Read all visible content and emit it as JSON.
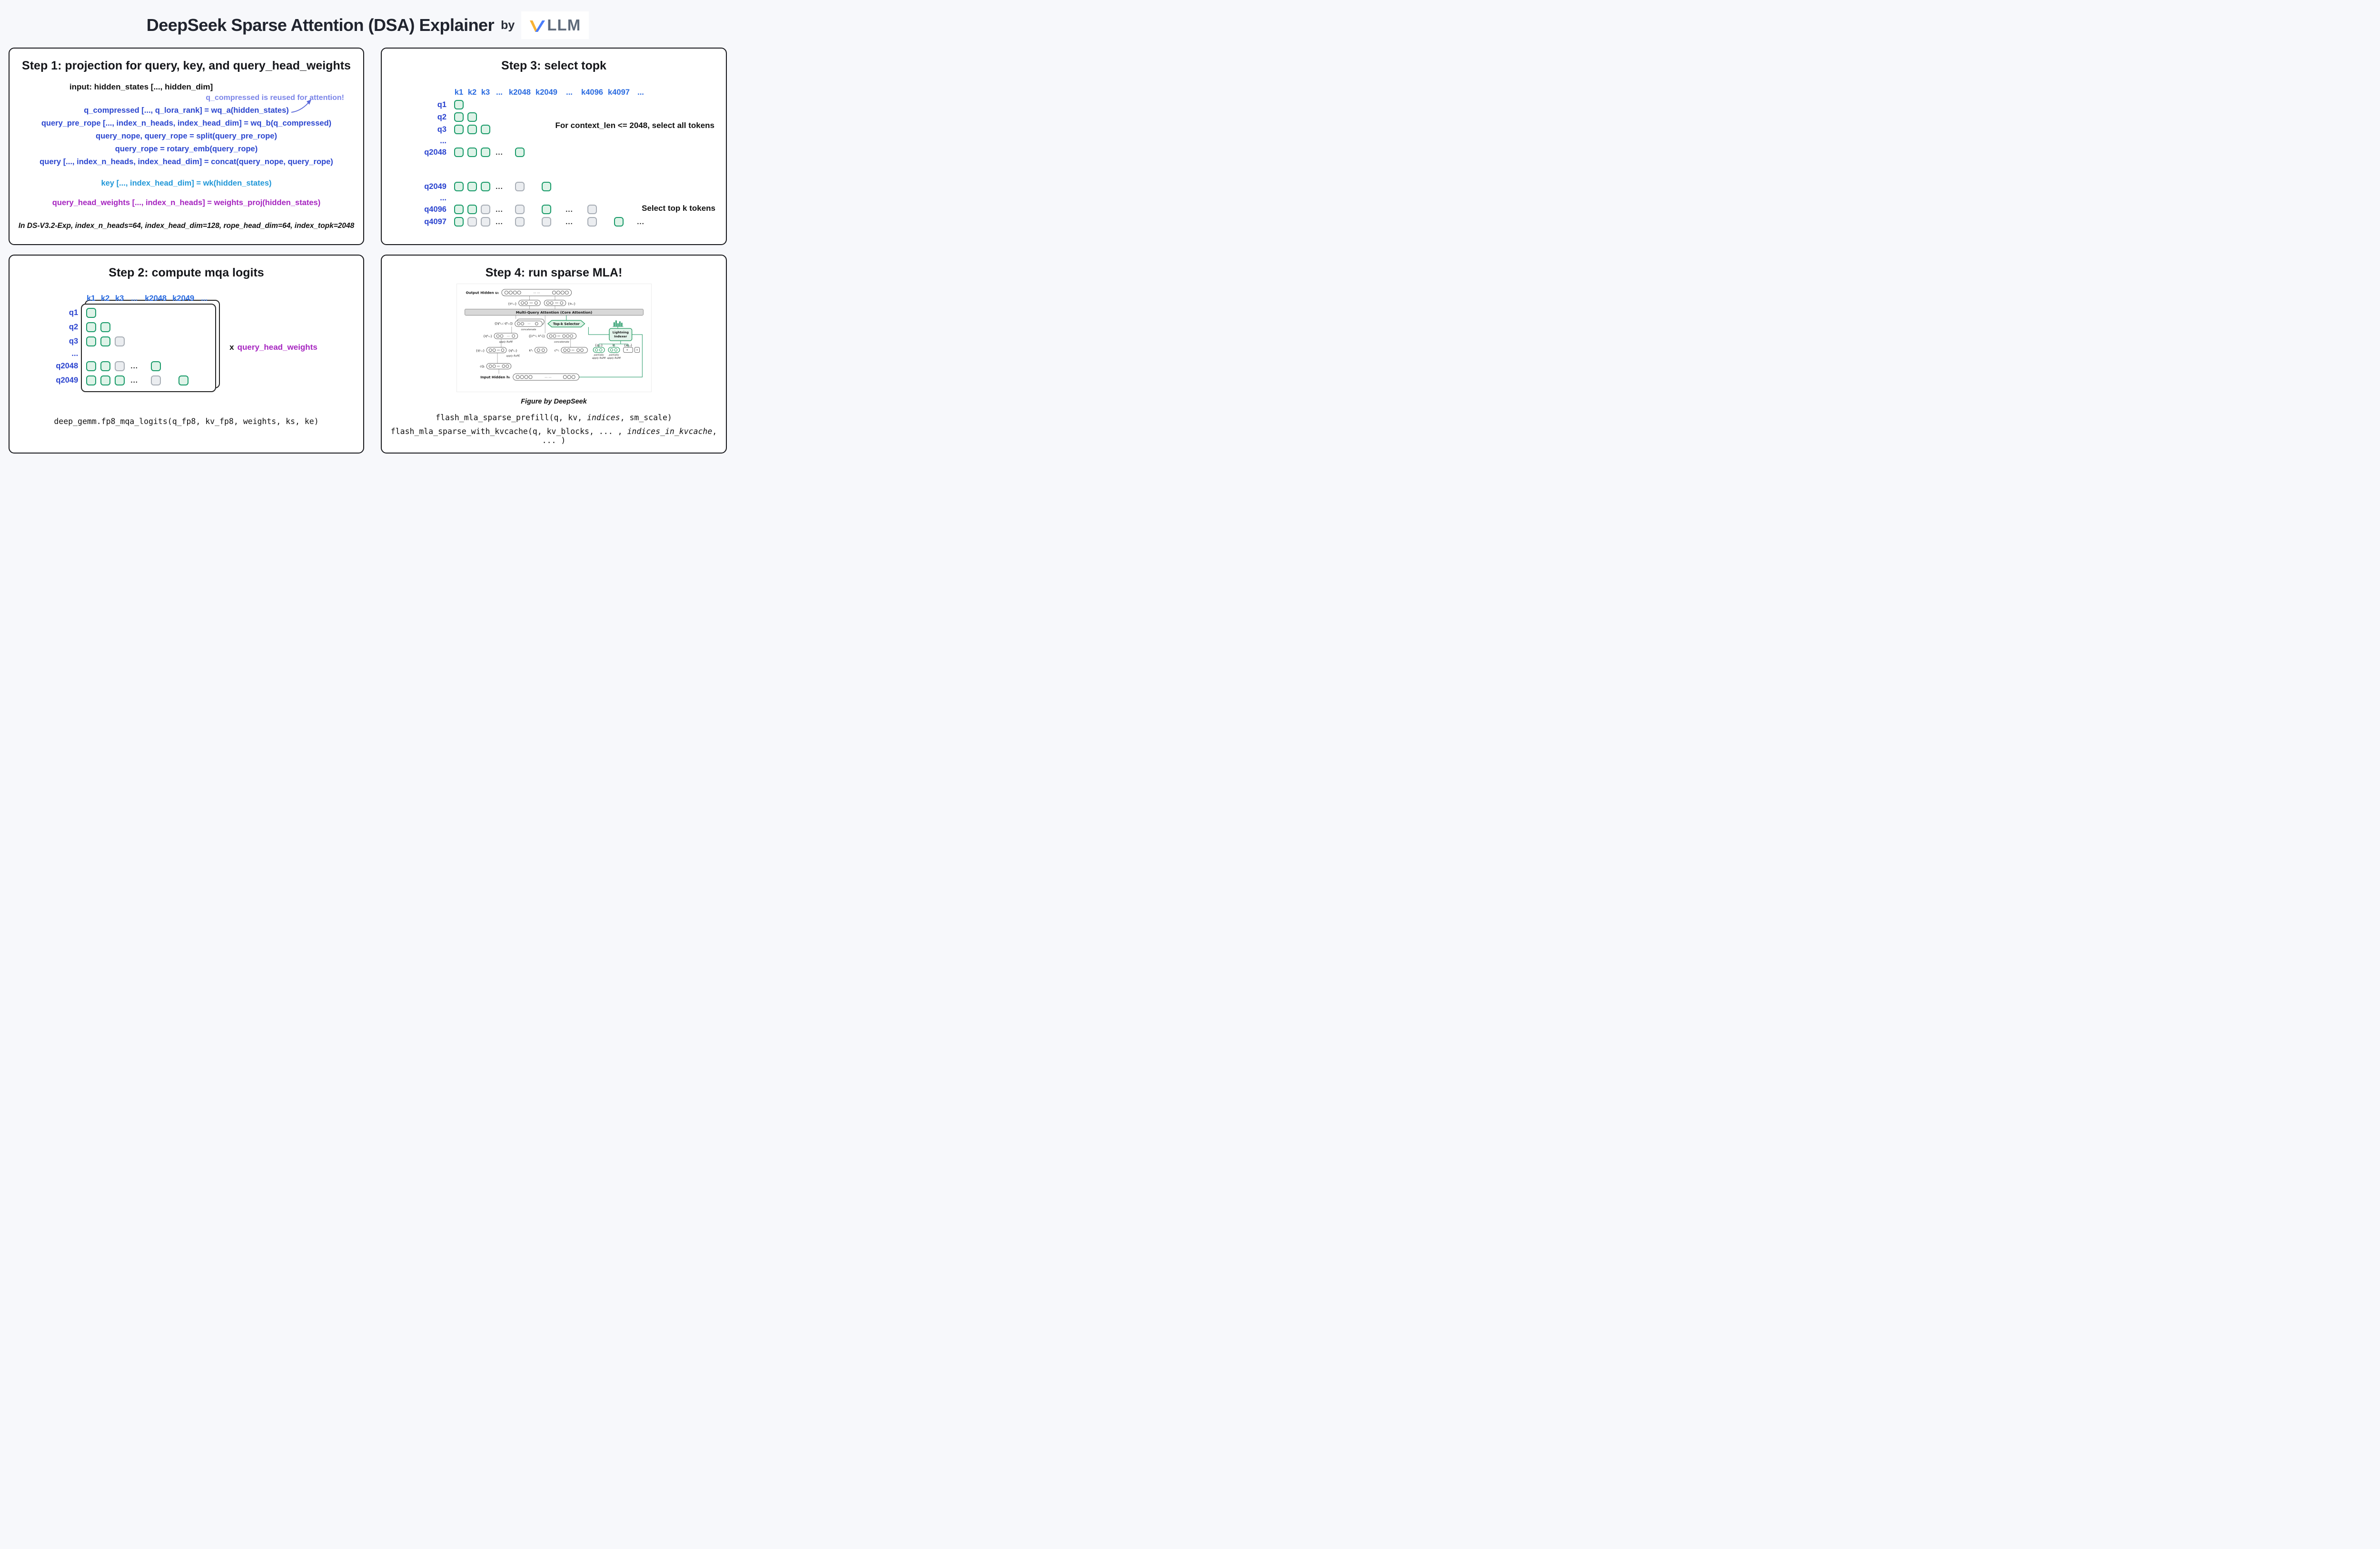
{
  "header": {
    "title": "DeepSeek Sparse Attention (DSA) Explainer",
    "by": "by",
    "logo_text": "LLM"
  },
  "step1": {
    "title": "Step 1: projection for query, key, and query_head_weights",
    "input_line": "input: hidden_states [..., hidden_dim]",
    "annotation": "q_compressed is reused for attention!",
    "query_lines": [
      "q_compressed [..., q_lora_rank] = wq_a(hidden_states)",
      "query_pre_rope [..., index_n_heads, index_head_dim] = wq_b(q_compressed)",
      "query_nope, query_rope = split(query_pre_rope)",
      "query_rope = rotary_emb(query_rope)",
      "query [..., index_n_heads, index_head_dim] = concat(query_nope, query_rope)"
    ],
    "key_line": "key [..., index_head_dim] = wk(hidden_states)",
    "weights_line": "query_head_weights [..., index_n_heads] = weights_proj(hidden_states)",
    "footnote": "In DS-V3.2-Exp, index_n_heads=64, index_head_dim=128, rope_head_dim=64, index_topk=2048"
  },
  "step2": {
    "title": "Step 2: compute mqa logits",
    "grid": {
      "dots": "...",
      "headers": [
        "k1",
        "k2",
        "k3",
        "...",
        "k2048",
        "k2049",
        "..."
      ],
      "rows": [
        {
          "label": "q1",
          "cells": [
            "G"
          ]
        },
        {
          "label": "q2",
          "cells": [
            "G",
            "G"
          ]
        },
        {
          "label": "q3",
          "cells": [
            "G",
            "G",
            "E"
          ]
        },
        {
          "label": "...",
          "cells": []
        },
        {
          "label": "q2048",
          "cells": [
            "G",
            "G",
            "E",
            "D",
            "G"
          ]
        },
        {
          "label": "q2049",
          "cells": [
            "G",
            "G",
            "G",
            "D",
            "E",
            "G"
          ]
        }
      ]
    },
    "multiplier_x": "x",
    "multiplier_label": "query_head_weights",
    "code": "deep_gemm.fp8_mqa_logits(q_fp8, kv_fp8, weights, ks, ke)"
  },
  "step3": {
    "title": "Step 3: select topk",
    "note_all": "For context_len <= 2048, select all tokens",
    "note_topk": "Select top k tokens",
    "grid": {
      "dots": "...",
      "headers": [
        "k1",
        "k2",
        "k3",
        "...",
        "k2048",
        "k2049",
        "...",
        "k4096",
        "k4097",
        "..."
      ],
      "rows": [
        {
          "label": "q1",
          "cells": [
            "G"
          ]
        },
        {
          "label": "q2",
          "cells": [
            "G",
            "G"
          ]
        },
        {
          "label": "q3",
          "cells": [
            "G",
            "G",
            "G"
          ]
        },
        {
          "label": "...",
          "cells": []
        },
        {
          "label": "q2048",
          "cells": [
            "G",
            "G",
            "G",
            "D",
            "G"
          ]
        },
        {
          "label": "",
          "cells": [],
          "spacer": true
        },
        {
          "label": "q2049",
          "cells": [
            "G",
            "G",
            "G",
            "D",
            "E",
            "G"
          ]
        },
        {
          "label": "...",
          "cells": []
        },
        {
          "label": "q4096",
          "cells": [
            "G",
            "G",
            "E",
            "D",
            "E",
            "G",
            "D",
            "E"
          ]
        },
        {
          "label": "q4097",
          "cells": [
            "G",
            "E",
            "E",
            "D",
            "E",
            "E",
            "D",
            "E",
            "G",
            "D"
          ]
        }
      ]
    }
  },
  "step4": {
    "title": "Step 4: run sparse MLA!",
    "caption": "Figure by DeepSeek",
    "code1": {
      "pre": "flash_mla_sparse_prefill(q, kv, ",
      "em": "indices",
      "post": ", sm_scale)"
    },
    "code2": {
      "pre": "flash_mla_sparse_with_kvcache(q, kv_blocks, ... , ",
      "em": "indices_in_kvcache",
      "post": ", ... )"
    },
    "figure": {
      "output_hidden": "Output Hidden uₜ",
      "o_c": "{oᶜₜ,ᵢ}",
      "o": "{oₜ,ᵢ}",
      "mqa_bar": "Multi-Query Attention (Core Attention)",
      "q_concat": "{[qᴬₜ,ᵢ; qᴿₜ,ᵢ]}",
      "concatenate1": "concatenate",
      "topk_selector": "Top-k Selector",
      "lightning1": "Lightning",
      "lightning2": "Indexer",
      "q_a": "{qᴬₜ,ᵢ}",
      "apply_rope1": "apply RoPE",
      "kv_concat": "{[cᴷᵛₜ; kᴿₜ]}",
      "concatenate2": "concatenate",
      "q_c": "{qᶜₜ,ᵢ}",
      "q_r": "{qᴿₜ,ᵢ}",
      "apply_rope2": "apply RoPE",
      "k_r": "kᴿₜ",
      "c_kv": "cᴷᵛₜ",
      "q_i": "{qᴵₜ,ᵢ}",
      "k_i": "kᴵₜ",
      "w_i": "{wᴵₜ,ᵢ}",
      "partial1a": "partially",
      "partial1b": "apply RoPE",
      "partial2a": "partially",
      "partial2b": "apply RoPE",
      "c_q": "cQₜ",
      "input_hidden": "Input Hidden hₜ",
      "dots": "⋯",
      "dots_wide": "⋯ ⋯"
    }
  }
}
